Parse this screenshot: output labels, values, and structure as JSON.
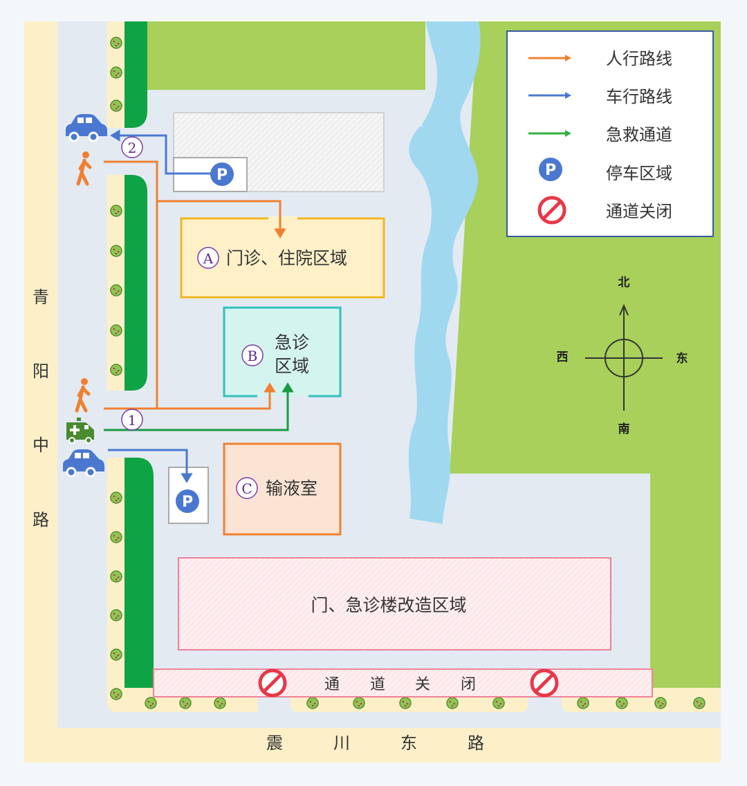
{
  "roads": {
    "west": [
      "青",
      "阳",
      "中",
      "路"
    ],
    "south": [
      "震",
      "川",
      "东",
      "路"
    ]
  },
  "zones": {
    "a": {
      "letter": "A",
      "label": "门诊、住院区域"
    },
    "b": {
      "letter": "B",
      "label_line1": "急诊",
      "label_line2": "区域"
    },
    "c": {
      "letter": "C",
      "label": "输液室"
    },
    "reform": {
      "label": "门、急诊楼改造区域"
    },
    "closed": {
      "chars": [
        "通",
        "道",
        "关",
        "闭"
      ]
    }
  },
  "entrances": {
    "one": "1",
    "two": "2"
  },
  "parking_letter": "P",
  "legend": {
    "items": [
      {
        "label": "人行路线",
        "color": "#f08030"
      },
      {
        "label": "车行路线",
        "color": "#4a78d0"
      },
      {
        "label": "急救通道",
        "color": "#30b040"
      },
      {
        "label": "停车区域",
        "icon": "parking-icon"
      },
      {
        "label": "通道关闭",
        "icon": "no-entry-icon"
      }
    ]
  },
  "compass": {
    "north": "北",
    "south": "南",
    "east": "东",
    "west": "西"
  },
  "colors": {
    "pedestrian": "#f08030",
    "vehicle": "#4a78d0",
    "emergency": "#1a9a40",
    "grass": "#a8d05a",
    "river": "#a0d8f0",
    "hedge": "#0ea345",
    "road": "#fdf0c8"
  }
}
